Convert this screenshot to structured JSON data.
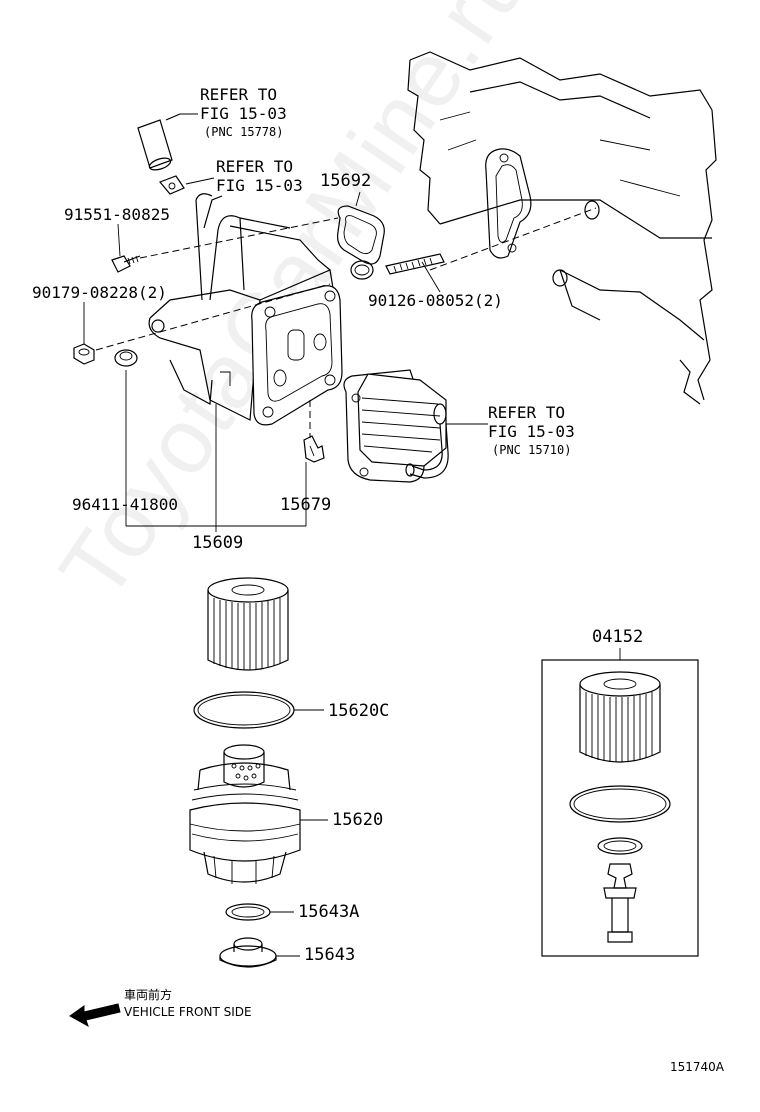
{
  "watermark": "ToyotaCarMine.ru",
  "diagram_id": "151740A",
  "direction": {
    "japanese": "車両前方",
    "english": "VEHICLE FRONT SIDE",
    "icon": "arrow-left-icon"
  },
  "refs": [
    {
      "line1": "REFER TO",
      "line2": "FIG 15-03",
      "line3": "(PNC 15778)"
    },
    {
      "line1": "REFER TO",
      "line2": "FIG 15-03"
    },
    {
      "line1": "REFER TO",
      "line2": "FIG 15-03",
      "line3": "(PNC 15710)"
    }
  ],
  "parts": {
    "p15692": "15692",
    "p91551": "91551-80825",
    "p90179": "90179-08228(2)",
    "p90126": "90126-08052(2)",
    "p96411": "96411-41800",
    "p15679": "15679",
    "p15609": "15609",
    "p04152": "04152",
    "p15620C": "15620C",
    "p15620": "15620",
    "p15643A": "15643A",
    "p15643": "15643"
  }
}
